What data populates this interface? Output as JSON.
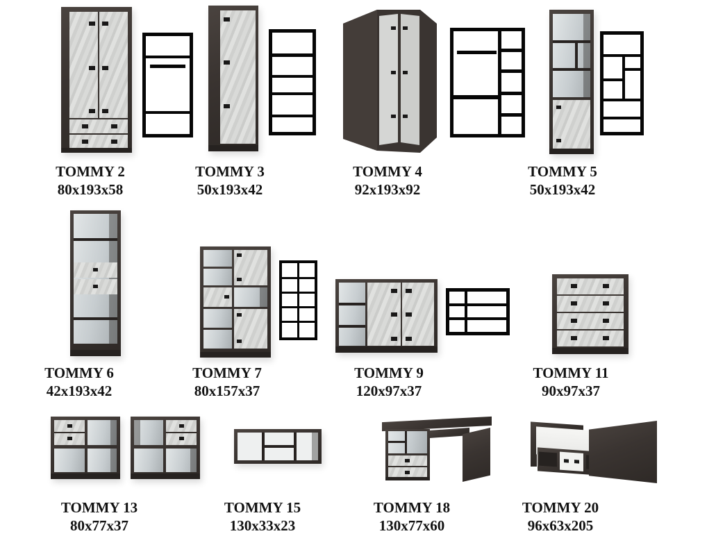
{
  "page": {
    "background": "#ffffff"
  },
  "colors": {
    "carcass": "#3a3431",
    "front_concrete": "#d4d5d3",
    "open_compartment": "#c7cdd0",
    "schematic_line": "#060606",
    "label_text": "#121212",
    "mattress": "#f3f3f1"
  },
  "products": [
    {
      "name": "TOMMY 2",
      "dims": "80x193x58"
    },
    {
      "name": "TOMMY 3",
      "dims": "50x193x42"
    },
    {
      "name": "TOMMY 4",
      "dims": "92x193x92"
    },
    {
      "name": "TOMMY 5",
      "dims": "50x193x42"
    },
    {
      "name": "TOMMY 6",
      "dims": "42x193x42"
    },
    {
      "name": "TOMMY 7",
      "dims": "80x157x37"
    },
    {
      "name": "TOMMY 9",
      "dims": "120x97x37"
    },
    {
      "name": "TOMMY 11",
      "dims": "90x97x37"
    },
    {
      "name": "TOMMY 13",
      "dims": "80x77x37"
    },
    {
      "name": "TOMMY 15",
      "dims": "130x33x23"
    },
    {
      "name": "TOMMY 18",
      "dims": "130x77x60"
    },
    {
      "name": "TOMMY 20",
      "dims": "96x63x205"
    }
  ]
}
